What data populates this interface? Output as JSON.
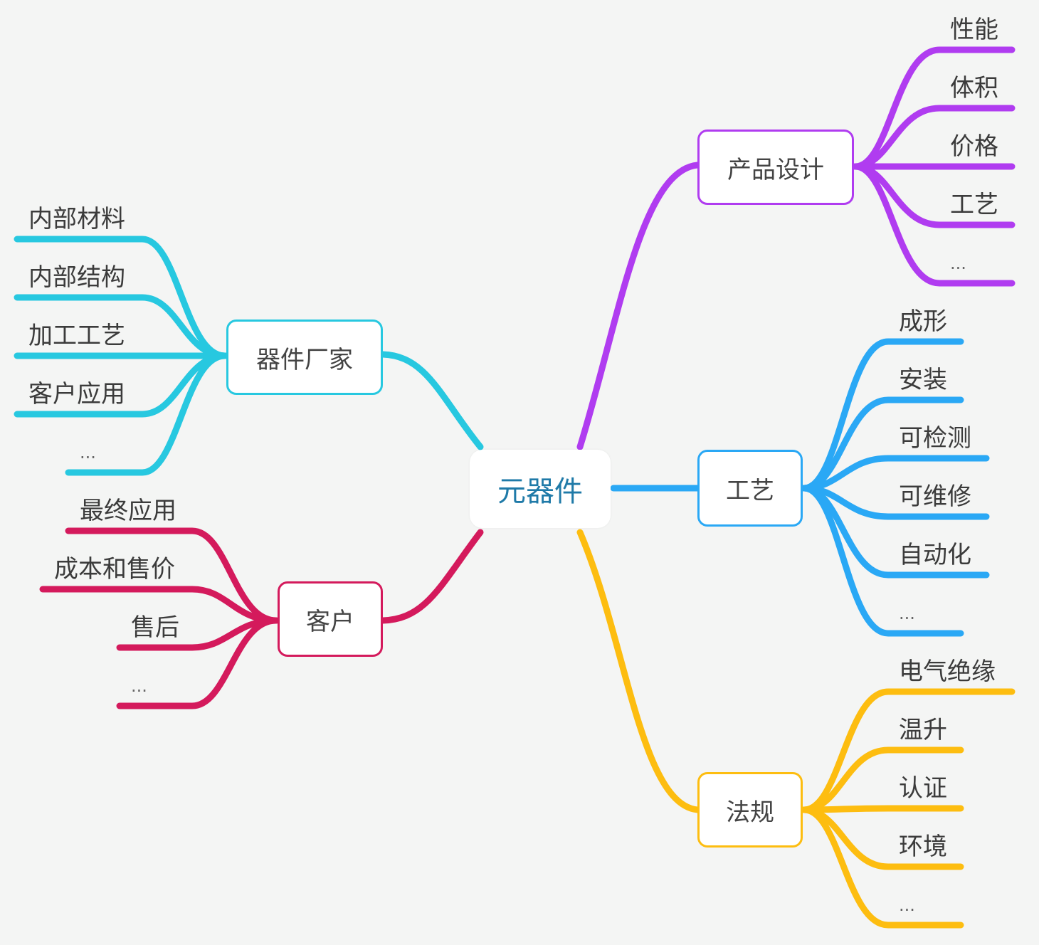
{
  "root": {
    "label": "元器件",
    "color": "#1f7aa8"
  },
  "branches": [
    {
      "label": "产品设计",
      "color": "#b03cf0",
      "children": [
        "性能",
        "体积",
        "价格",
        "工艺",
        "..."
      ]
    },
    {
      "label": "工艺",
      "color": "#2aa8f5",
      "children": [
        "成形",
        "安装",
        "可检测",
        "可维修",
        "自动化",
        "..."
      ]
    },
    {
      "label": "法规",
      "color": "#fdbd10",
      "children": [
        "电气绝缘",
        "温升",
        "认证",
        "环境",
        "..."
      ]
    },
    {
      "label": "器件厂家",
      "color": "#27c8e0",
      "children": [
        "内部材料",
        "内部结构",
        "加工工艺",
        "客户应用",
        "..."
      ]
    },
    {
      "label": "客户",
      "color": "#d41a5c",
      "children": [
        "最终应用",
        "成本和售价",
        "售后",
        "..."
      ]
    }
  ]
}
